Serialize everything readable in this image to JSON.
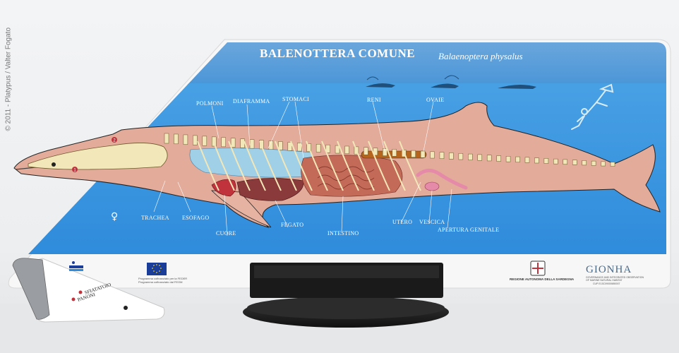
{
  "credit": "© 2011 - Platypus / Valter Fogato",
  "panel": {
    "title": "BALENOTTERA COMUNE",
    "subtitle": "Balaenoptera physalus",
    "markers": [
      "1",
      "2"
    ],
    "female_symbol": "♀",
    "labels": {
      "polmoni": "POLMONI",
      "diaframma": "DIAFRAMMA",
      "stomaci": "STOMACI",
      "reni": "RENI",
      "ovaie": "OVAIE",
      "trachea": "TRACHEA",
      "esofago": "ESOFAGO",
      "cuore": "CUORE",
      "fegato": "FEGATO",
      "intestino": "INTESTINO",
      "utero": "UTERO",
      "vescica": "VESCICA",
      "apertura_genitale": "APERTURA GENITALE"
    }
  },
  "footer": {
    "eu_line1": "Programma cofinanziato per la FEDER",
    "eu_line2": "Programma cofinanziato dal FEOM",
    "sardegna": "REGIONE AUTONOMA DELLA SARDEGNA",
    "gionha": "GIONHA",
    "gionha_line1": "GOVERNANCE AND INTEGRATED OBSERVATION",
    "gionha_line2": "OF MARINE NATURAL HABITAT",
    "cup": "CUP E13C09000650007"
  },
  "small_panel": {
    "tag1": "SFIATATOIO",
    "tag2": "PANONI",
    "markers": [
      "1",
      "2"
    ]
  },
  "colors": {
    "sky": "#5f9fd8",
    "sea": "#3b93df",
    "whale_body": "#e3ab9a",
    "skeleton": "#f2e7b8",
    "lungs": "#9fd0e8",
    "liver": "#8a3a3a",
    "heart": "#c0333c",
    "intestine": "#c46a58",
    "kidney": "#b5651d",
    "uterus": "#e58aa8"
  }
}
